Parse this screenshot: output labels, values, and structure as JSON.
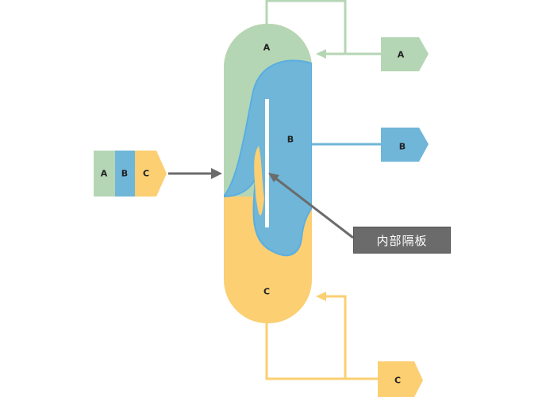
{
  "diagram": {
    "feed_components": [
      "A",
      "B",
      "C"
    ],
    "top_product": "A",
    "side_product": "B",
    "bottom_product": "C",
    "column_zone_labels": {
      "top": "A",
      "middle": "B",
      "bottom": "C"
    },
    "callout_label": "内部隔板",
    "colors": {
      "A": "#b5d6b5",
      "B": "#6fb6d9",
      "C": "#fbcf72",
      "arrow": "#6b6b6b"
    }
  }
}
